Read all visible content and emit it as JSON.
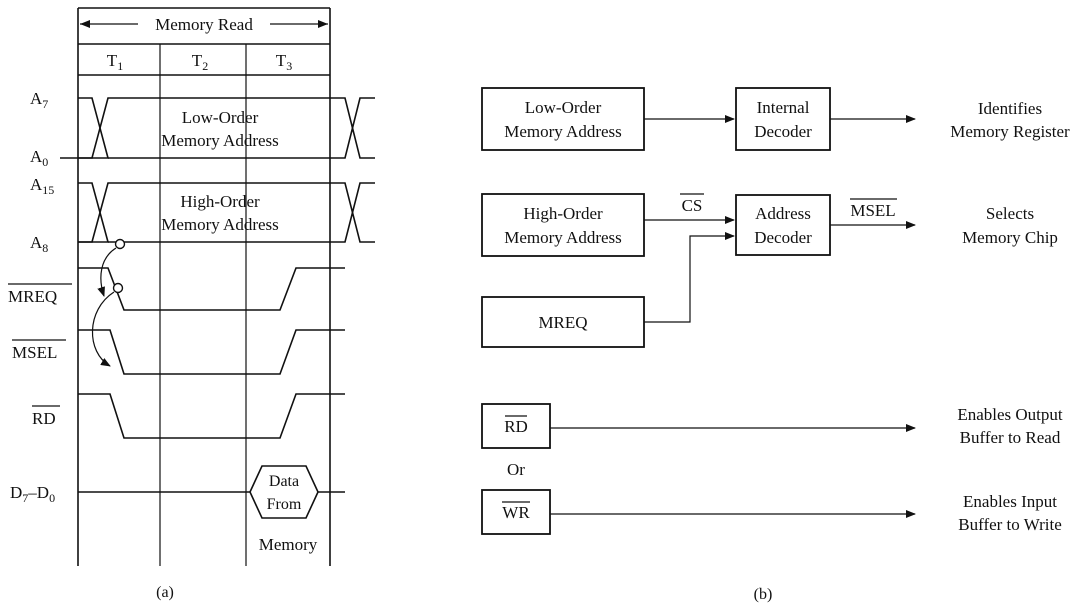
{
  "timing": {
    "header": "Memory Read",
    "states": [
      "T",
      "T",
      "T"
    ],
    "state_subscripts": [
      "1",
      "2",
      "3"
    ],
    "signals": {
      "a7": {
        "main": "A",
        "sub": "7"
      },
      "a0": {
        "main": "A",
        "sub": "0"
      },
      "a15": {
        "main": "A",
        "sub": "15"
      },
      "a8": {
        "main": "A",
        "sub": "8"
      },
      "mreq": "MREQ",
      "msel": "MSEL",
      "rd": "RD",
      "data_bus": {
        "main": "D",
        "sub1": "7",
        "mid": "–D",
        "sub2": "0"
      }
    },
    "low_addr": [
      "Low-Order",
      "Memory Address"
    ],
    "high_addr": [
      "High-Order",
      "Memory Address"
    ],
    "data_from": [
      "Data",
      "From"
    ],
    "memory": "Memory"
  },
  "block": {
    "low_addr": [
      "Low-Order",
      "Memory Address"
    ],
    "internal_decoder": [
      "Internal",
      "Decoder"
    ],
    "identifies": [
      "Identifies",
      "Memory Register"
    ],
    "high_addr": [
      "High-Order",
      "Memory Address"
    ],
    "cs": "CS",
    "address_decoder": [
      "Address",
      "Decoder"
    ],
    "msel": "MSEL",
    "selects": [
      "Selects",
      "Memory Chip"
    ],
    "mreq": "MREQ",
    "rd": "RD",
    "or": "Or",
    "wr": "WR",
    "enables_output": [
      "Enables Output",
      "Buffer to Read"
    ],
    "enables_input": [
      "Enables Input",
      "Buffer to Write"
    ]
  },
  "captions": {
    "a": "(a)",
    "b": "(b)"
  }
}
